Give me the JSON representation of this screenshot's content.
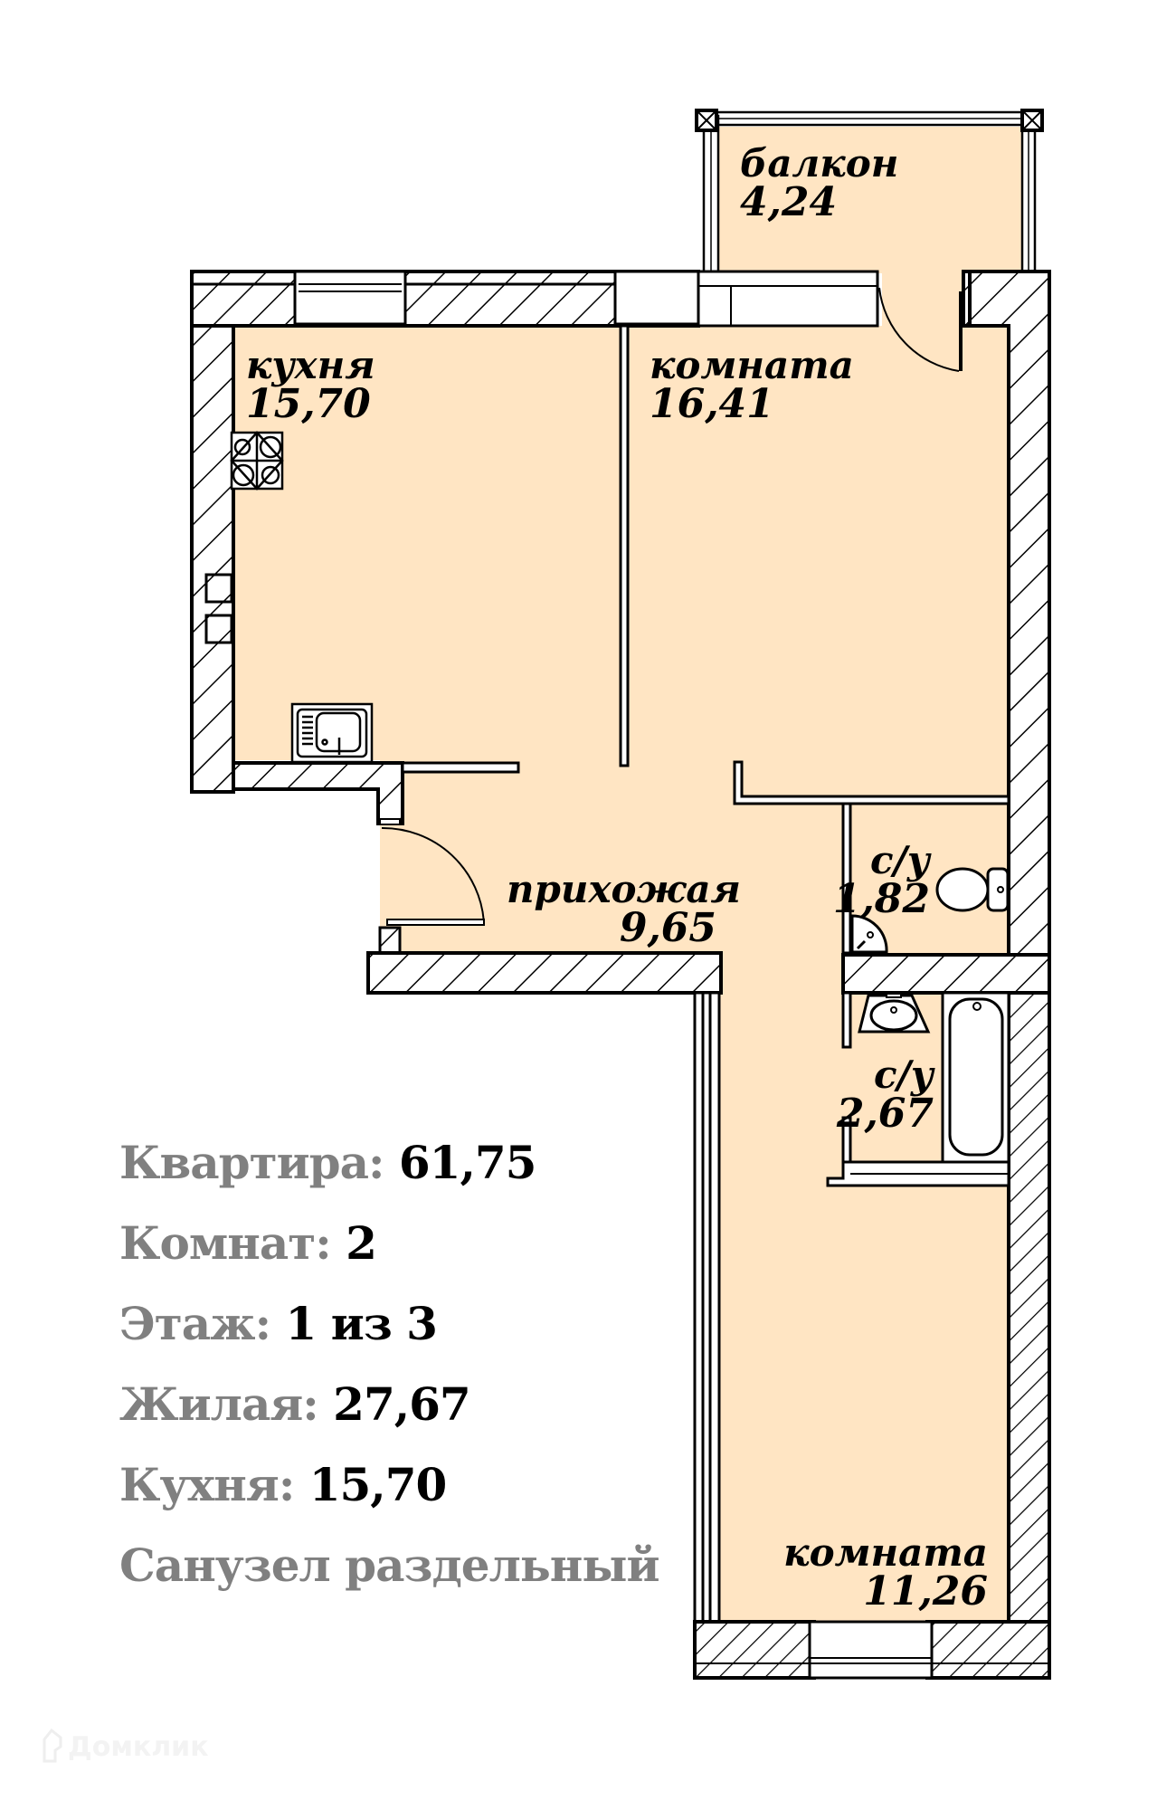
{
  "colors": {
    "room_fill": "#FFE5C3",
    "wall_line": "#000000",
    "label_key": "#808080",
    "label_value": "#000000"
  },
  "rooms": {
    "balcony": {
      "name": "балкон",
      "area": "4,24"
    },
    "kitchen": {
      "name": "кухня",
      "area": "15,70"
    },
    "room_top": {
      "name": "комната",
      "area": "16,41"
    },
    "hallway": {
      "name": "прихожая",
      "area": "9,65"
    },
    "wc_1": {
      "name": "с/у",
      "area": "1,82"
    },
    "wc_2": {
      "name": "с/у",
      "area": "2,67"
    },
    "room_bottom": {
      "name": "комната",
      "area": "11,26"
    }
  },
  "summary": [
    {
      "key": "Квартира:",
      "value": "61,75"
    },
    {
      "key": "Комнат:",
      "value": "2"
    },
    {
      "key": "Этаж:",
      "value": "1 из 3"
    },
    {
      "key": "Жилая:",
      "value": "27,67"
    },
    {
      "key": "Кухня:",
      "value": "15,70"
    },
    {
      "key": "Санузел раздельный",
      "value": ""
    }
  ],
  "watermark": {
    "text": "Домклик",
    "icon": "house-logo-icon"
  }
}
